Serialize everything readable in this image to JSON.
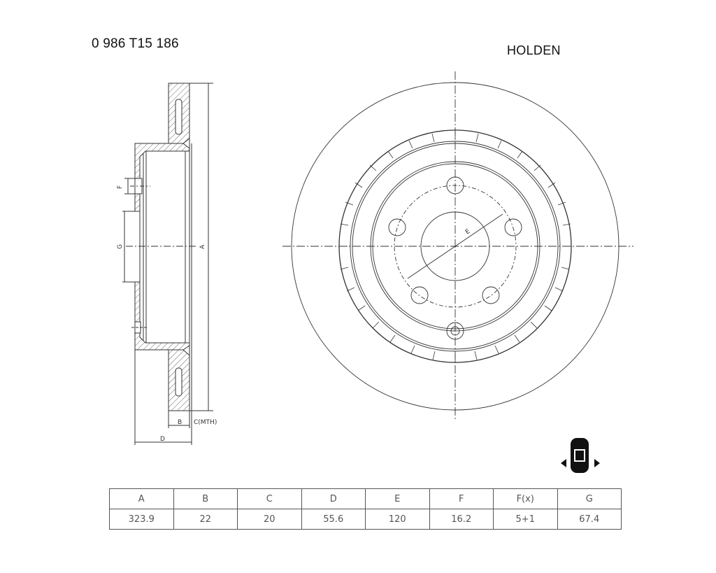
{
  "header": {
    "part_number": "0 986 T15 186",
    "brand": "HOLDEN"
  },
  "side_view": {
    "labels": {
      "A": "A",
      "B": "B",
      "C": "C(MTH)",
      "D": "D",
      "F": "F",
      "G": "G"
    }
  },
  "front_view": {
    "labels": {
      "E": "E"
    },
    "bolt_holes": 5
  },
  "position_icon": "rear-axle-car-icon",
  "spec_table": {
    "headers": [
      "A",
      "B",
      "C",
      "D",
      "E",
      "F",
      "F(x)",
      "G"
    ],
    "values": [
      "323.9",
      "22",
      "20",
      "55.6",
      "120",
      "16.2",
      "5+1",
      "67.4"
    ]
  },
  "colors": {
    "line": "#333333",
    "table_border": "#555555",
    "text": "#111111"
  }
}
